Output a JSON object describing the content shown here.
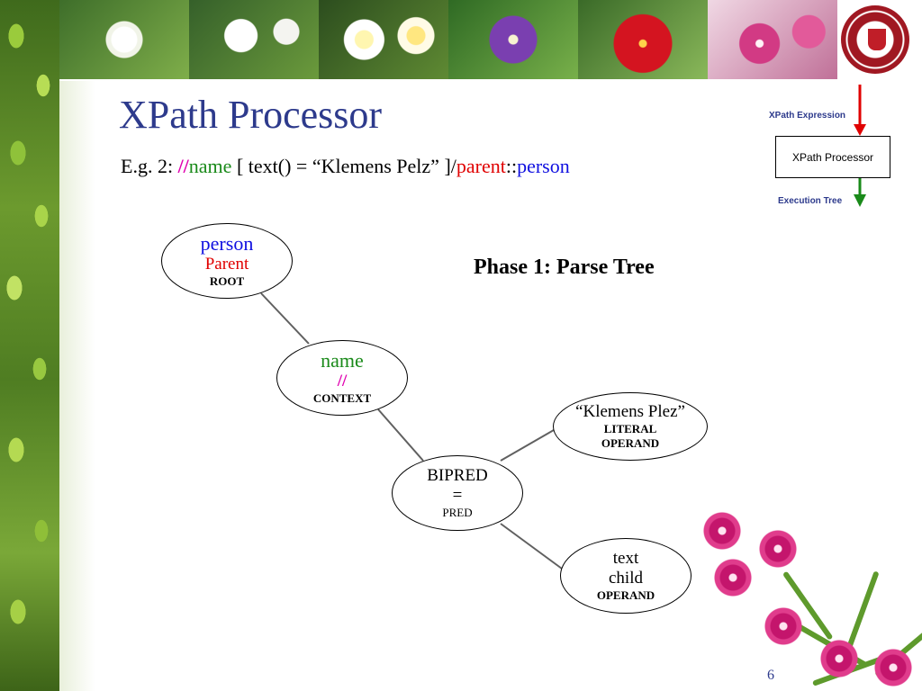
{
  "slide": {
    "title": "XPath Processor",
    "page_number": "6"
  },
  "expression": {
    "prefix": "E.g. 2: ",
    "axis_symbol": "//",
    "name": "name",
    "predicate": " [ text() = “Klemens Pelz” ]/",
    "axis": "parent",
    "separator": "::",
    "target": "person"
  },
  "processor": {
    "input_label": "XPath Expression",
    "box_label": "XPath Processor",
    "output_label": "Execution Tree",
    "arrow_in_color": "#e00000",
    "arrow_out_color": "#1a8a1a"
  },
  "diagram": {
    "phase_label": "Phase 1: Parse Tree",
    "nodes": {
      "root": {
        "primary": "person",
        "secondary": "Parent",
        "tag": "ROOT"
      },
      "context": {
        "primary": "name",
        "secondary": "//",
        "tag": "CONTEXT"
      },
      "pred": {
        "primary": "BIPRED",
        "secondary": "=",
        "tag": "PRED"
      },
      "literal": {
        "primary": "“Klemens Plez”",
        "tag1": "LITERAL",
        "tag2": "OPERAND"
      },
      "text_operand": {
        "primary": "text",
        "secondary": "child",
        "tag": "OPERAND"
      }
    }
  },
  "colors": {
    "title": "#2d3a8c",
    "magenta": "#e000b0",
    "green": "#1a8a1a",
    "red": "#e00000",
    "blue": "#1010e0",
    "edge": "#606060"
  }
}
